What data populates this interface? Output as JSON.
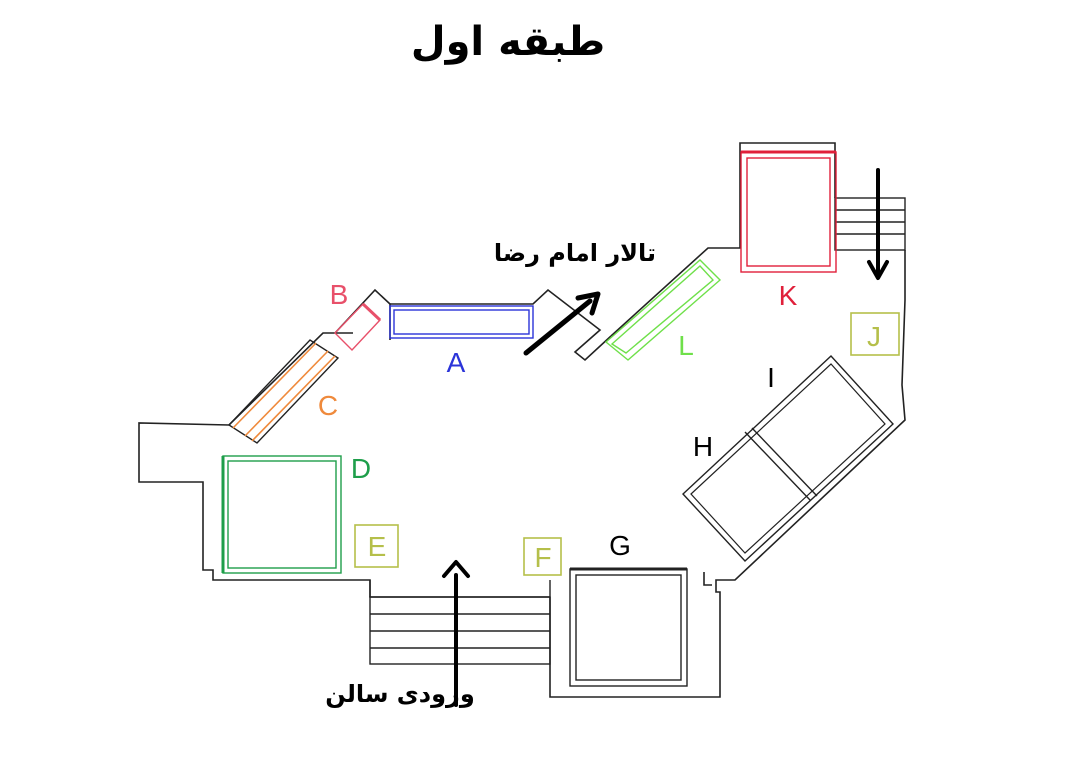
{
  "title": "طبقه اول",
  "annotations": {
    "hall": "تالار امام رضا",
    "entrance": "ورودی سالن"
  },
  "booths": [
    {
      "id": "A",
      "color": "#2b34d9"
    },
    {
      "id": "B",
      "color": "#e8506a"
    },
    {
      "id": "C",
      "color": "#ef8a3c"
    },
    {
      "id": "D",
      "color": "#1e9e4a"
    },
    {
      "id": "E",
      "color": "#b5bf4a"
    },
    {
      "id": "F",
      "color": "#b5bf4a"
    },
    {
      "id": "G",
      "color": "#000000"
    },
    {
      "id": "H",
      "color": "#000000"
    },
    {
      "id": "I",
      "color": "#000000"
    },
    {
      "id": "J",
      "color": "#b5bf4a"
    },
    {
      "id": "K",
      "color": "#e0203a"
    },
    {
      "id": "L",
      "color": "#6fe04a"
    }
  ]
}
